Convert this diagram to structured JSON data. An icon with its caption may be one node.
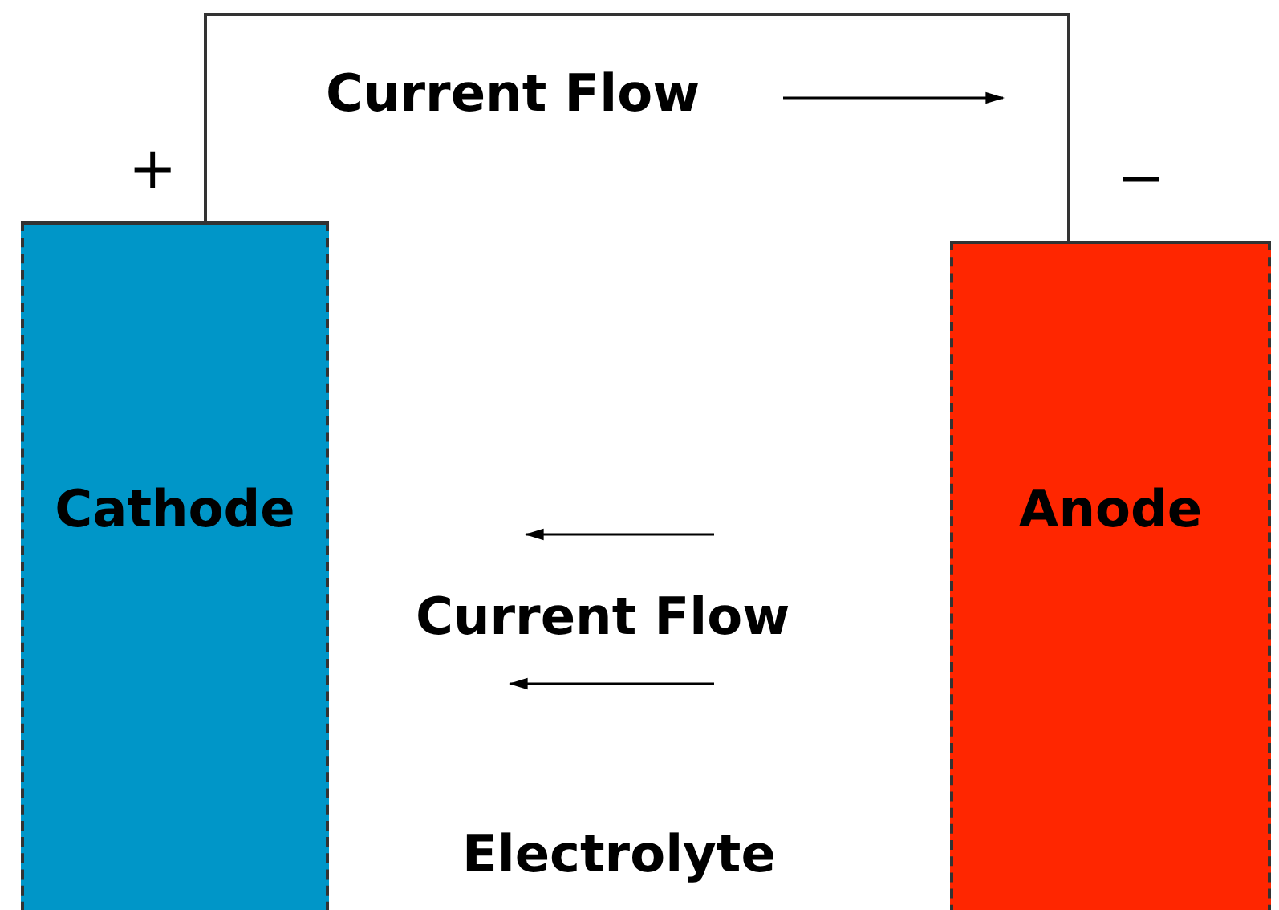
{
  "diagram": {
    "nodes": [
      {
        "text": [
          "Cathode"
        ]
      },
      {
        "text": [
          "Anode"
        ]
      }
    ],
    "edges": [
      {
        "from": 0,
        "to": 1,
        "arrow": "none"
      }
    ],
    "labels": [
      "Current Flow",
      "+",
      "−",
      "Current Flow",
      "Electrolyte"
    ]
  }
}
